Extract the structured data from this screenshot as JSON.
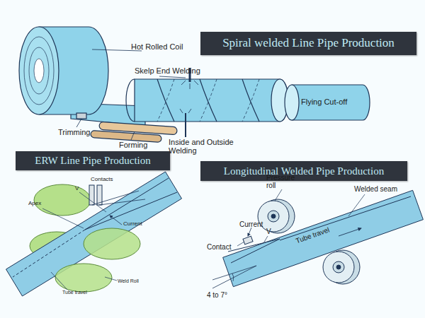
{
  "diagram": {
    "nodes": [
      {
        "text": [
          "Spiral welded Line Pipe Production"
        ]
      },
      {
        "text": [
          "ERW Line Pipe Production"
        ]
      },
      {
        "text": [
          "Longitudinal Welded Pipe Production"
        ]
      }
    ],
    "labels": [
      "Hot Rolled Coil",
      "Skelp End Welding",
      "Flying Cut-off",
      "Trimming",
      "Forming",
      "Inside and Outside Welding",
      "Contacts",
      "V",
      "Apex",
      "Current",
      "Weld Roll",
      "Tube travel",
      "Pressure roll",
      "Welded seam",
      "Current",
      "V",
      "Contact",
      "4 to 7°",
      "Tube travel"
    ]
  }
}
